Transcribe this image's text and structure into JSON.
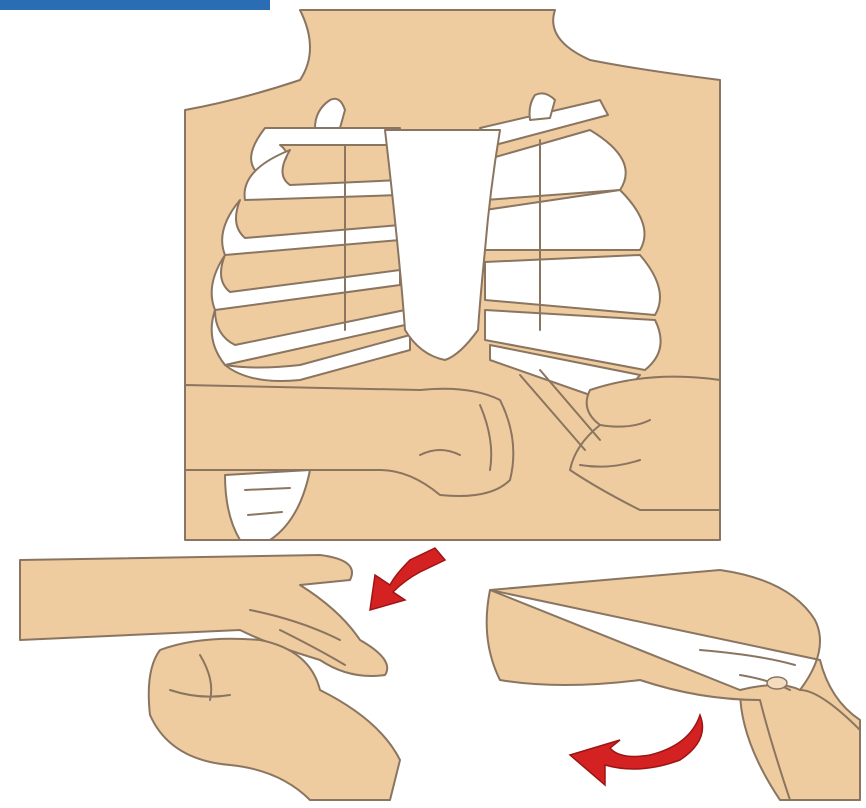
{
  "colors": {
    "skin": "#EFCBA0",
    "bone": "#FFFFFF",
    "outline": "#8A7560",
    "arrow": "#D42222",
    "background": "#FFFFFF"
  },
  "icons": {
    "top_left_partial": "partial-logo-icon",
    "arrow_left_panel": "red-down-left-arrow-icon",
    "arrow_right_panel": "red-curved-arrow-icon"
  },
  "panels": [
    {
      "id": "thorax",
      "depicts": "rib-cage-with-hands"
    },
    {
      "id": "hands-detail-left",
      "depicts": "flat-hand-over-fist"
    },
    {
      "id": "hands-detail-right",
      "depicts": "hand-grasping-fist"
    }
  ]
}
